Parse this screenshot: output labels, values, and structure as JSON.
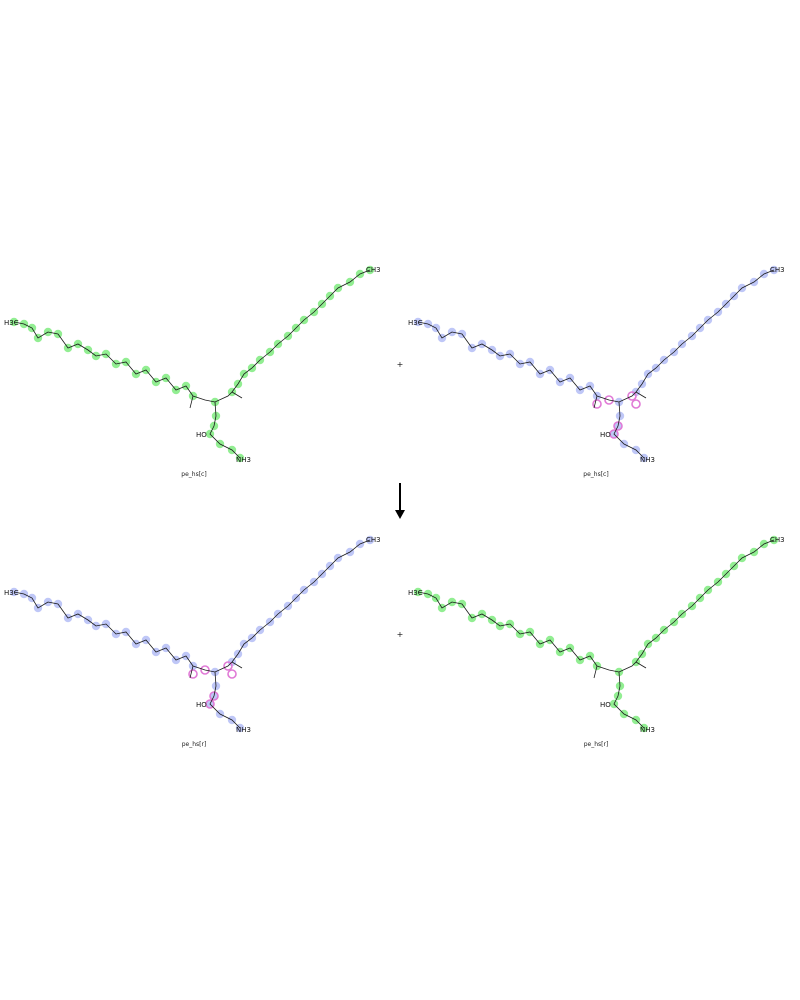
{
  "reaction": {
    "molecules": [
      {
        "id": "m1",
        "name": "pe_hs[c]",
        "highlight_color": "#6ee86e",
        "terminal_label_left": "H3C",
        "terminal_label_right": "CH3",
        "head_label_hydroxyl": "HO",
        "head_label_amine": "NH3"
      },
      {
        "id": "m2",
        "name": "pe_hs[c]",
        "highlight_color": "#a9b4f4",
        "terminal_label_left": "H3C",
        "terminal_label_right": "CH3",
        "head_label_hydroxyl": "HO",
        "head_label_amine": "NH3"
      },
      {
        "id": "m3",
        "name": "pe_hs[r]",
        "highlight_color": "#a9b4f4",
        "terminal_label_left": "H3C",
        "terminal_label_right": "CH3",
        "head_label_hydroxyl": "HO",
        "head_label_amine": "NH3"
      },
      {
        "id": "m4",
        "name": "pe_hs[r]",
        "highlight_color": "#6ee86e",
        "terminal_label_left": "H3C",
        "terminal_label_right": "CH3",
        "head_label_hydroxyl": "HO",
        "head_label_amine": "NH3"
      }
    ],
    "plus_symbol": "+",
    "oxygen_highlight_color": "#e07ad6",
    "bond_color": "#1a1a1a"
  }
}
